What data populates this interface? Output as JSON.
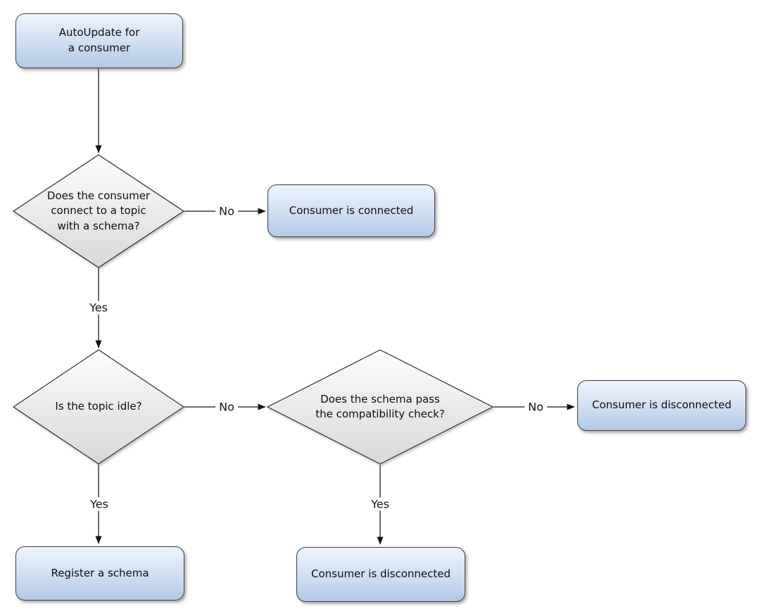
{
  "diagram": {
    "type": "flowchart",
    "nodes": [
      {
        "id": "start",
        "shape": "rounded-box",
        "label": "AutoUpdate for\na consumer"
      },
      {
        "id": "q-connect-schema",
        "shape": "decision",
        "label": "Does the consumer\nconnect to a topic\nwith a schema?"
      },
      {
        "id": "consumer-connected",
        "shape": "rounded-box",
        "label": "Consumer is connected"
      },
      {
        "id": "q-topic-idle",
        "shape": "decision",
        "label": "Is the topic idle?"
      },
      {
        "id": "q-compatibility-check",
        "shape": "decision",
        "label": "Does the schema pass\nthe compatibility check?"
      },
      {
        "id": "consumer-disconnected-right",
        "shape": "rounded-box",
        "label": "Consumer is disconnected"
      },
      {
        "id": "register-schema",
        "shape": "rounded-box",
        "label": "Register a schema"
      },
      {
        "id": "consumer-disconnected-bottom",
        "shape": "rounded-box",
        "label": "Consumer is disconnected"
      }
    ],
    "edges": [
      {
        "from": "start",
        "to": "q-connect-schema",
        "label": ""
      },
      {
        "from": "q-connect-schema",
        "to": "consumer-connected",
        "label": "No"
      },
      {
        "from": "q-connect-schema",
        "to": "q-topic-idle",
        "label": "Yes"
      },
      {
        "from": "q-topic-idle",
        "to": "q-compatibility-check",
        "label": "No"
      },
      {
        "from": "q-compatibility-check",
        "to": "consumer-disconnected-right",
        "label": "No"
      },
      {
        "from": "q-topic-idle",
        "to": "register-schema",
        "label": "Yes"
      },
      {
        "from": "q-compatibility-check",
        "to": "consumer-disconnected-bottom",
        "label": "Yes"
      }
    ],
    "colors": {
      "background": "#ffffff",
      "box_fill_top": "#eef4fc",
      "box_fill_bottom": "#b2c9e7",
      "box_border": "#3e3e3e",
      "diamond_fill_top": "#fdfdfd",
      "diamond_fill_bottom": "#d8d8d8",
      "diamond_border": "#2e2e2e",
      "connector": "#3a3a3a",
      "text": "#0e0e0e"
    }
  }
}
